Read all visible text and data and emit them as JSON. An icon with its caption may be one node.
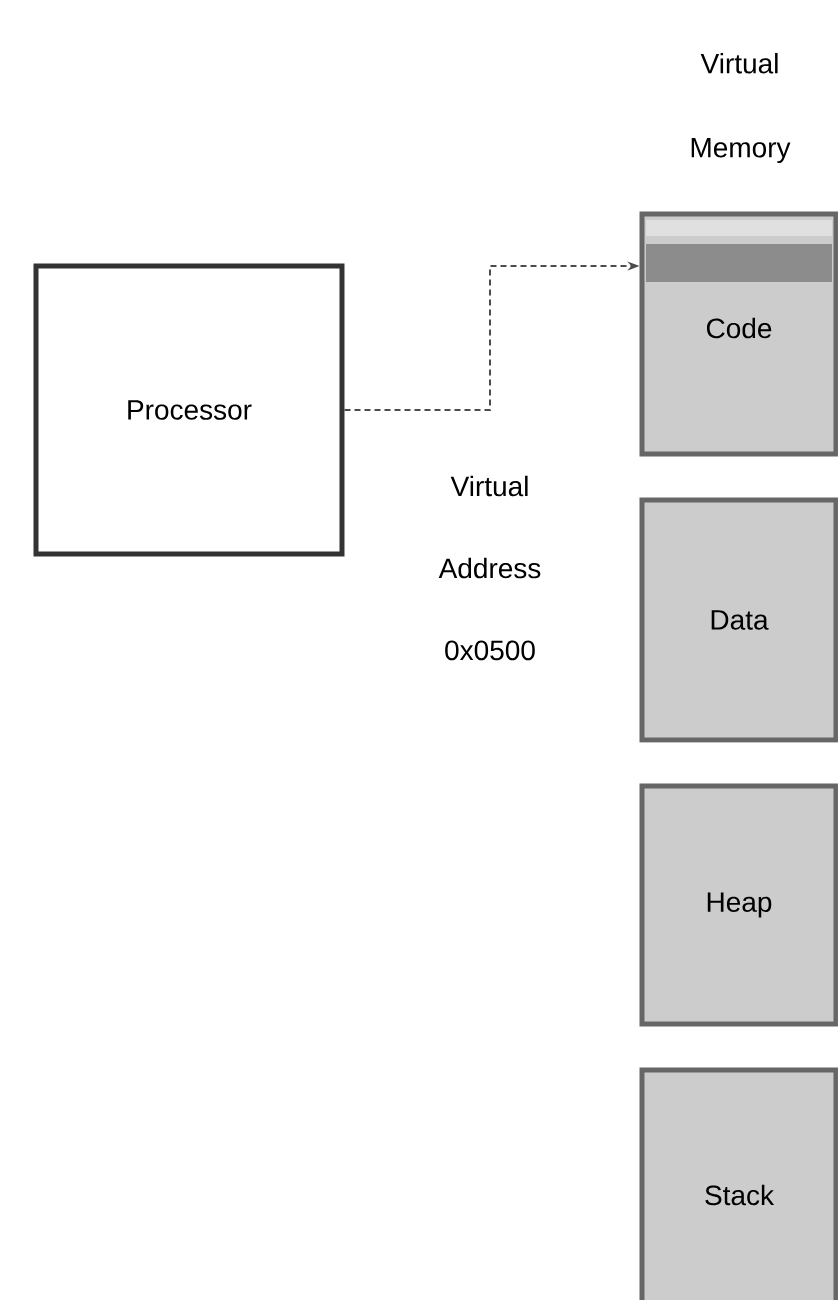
{
  "diagram": {
    "nodes": [
      {
        "text": [
          "Processor"
        ]
      },
      {
        "text": [
          "Code"
        ]
      },
      {
        "text": [
          "Data"
        ]
      },
      {
        "text": [
          "Heap"
        ]
      },
      {
        "text": [
          "Stack"
        ]
      }
    ],
    "edges": [
      {
        "from": 0,
        "to": 1,
        "arrow": "to",
        "style": "dashed",
        "label": "Virtual Address 0x0500"
      }
    ],
    "labels": [
      "Virtual Memory"
    ]
  }
}
